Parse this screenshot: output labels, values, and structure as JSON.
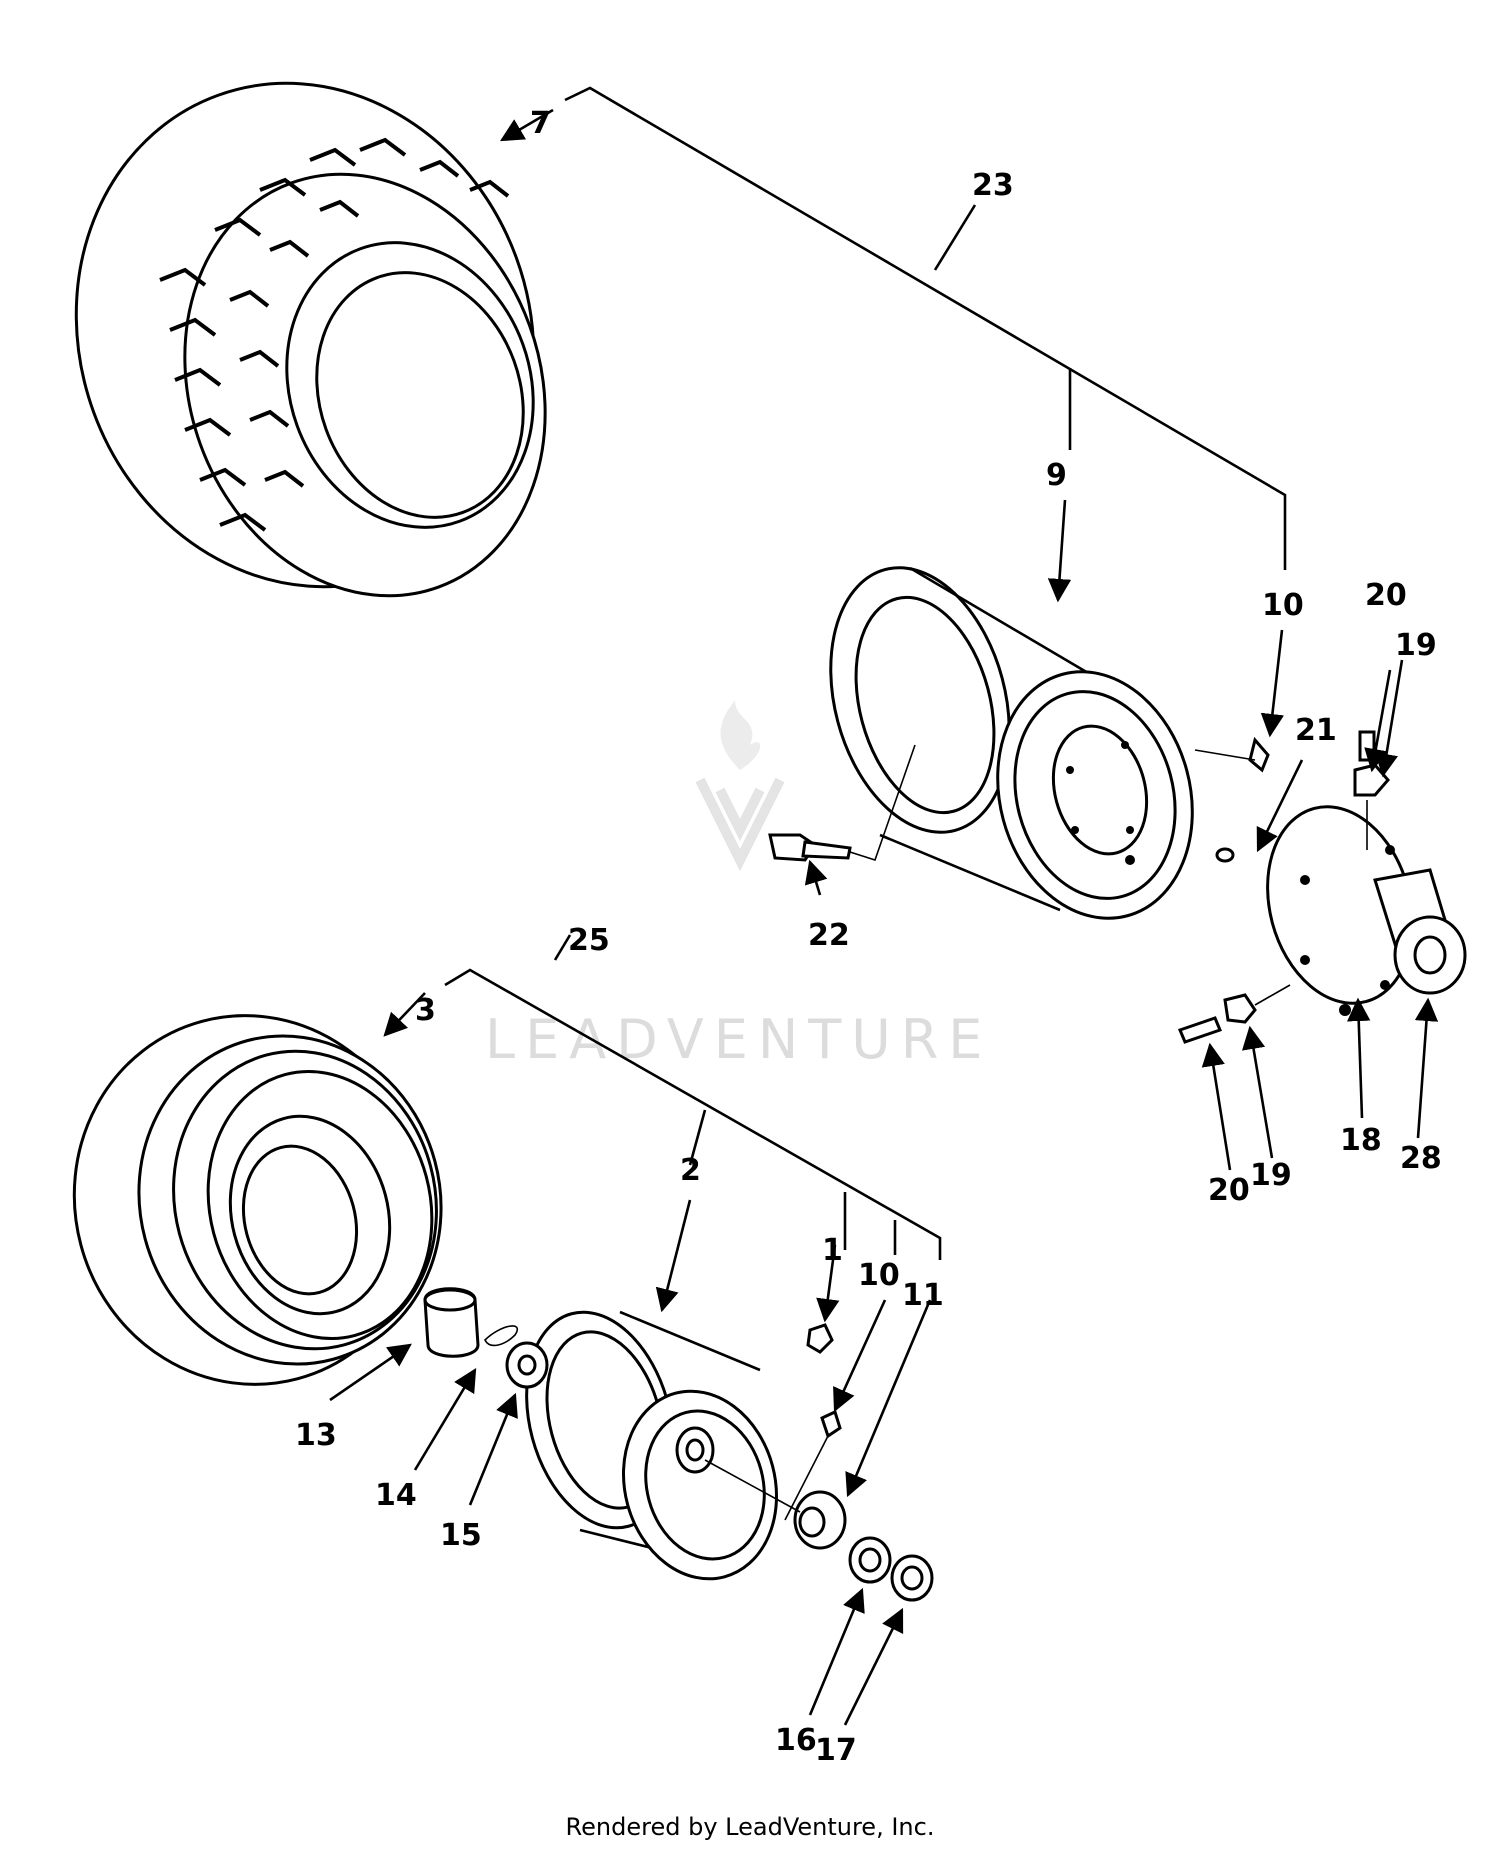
{
  "diagram": {
    "callouts": {
      "c7": "7",
      "c23": "23",
      "c9": "9",
      "c10_top": "10",
      "c20_top": "20",
      "c19_top": "19",
      "c21": "21",
      "c22": "22",
      "c25": "25",
      "c3": "3",
      "c2": "2",
      "c1": "1",
      "c10_bottom": "10",
      "c11": "11",
      "c13": "13",
      "c14": "14",
      "c15": "15",
      "c16": "16",
      "c17": "17",
      "c20_bottom": "20",
      "c19_bottom": "19",
      "c18": "18",
      "c28": "28"
    },
    "watermark": "LEADVENTURE",
    "footer": "Rendered by LeadVenture, Inc."
  }
}
